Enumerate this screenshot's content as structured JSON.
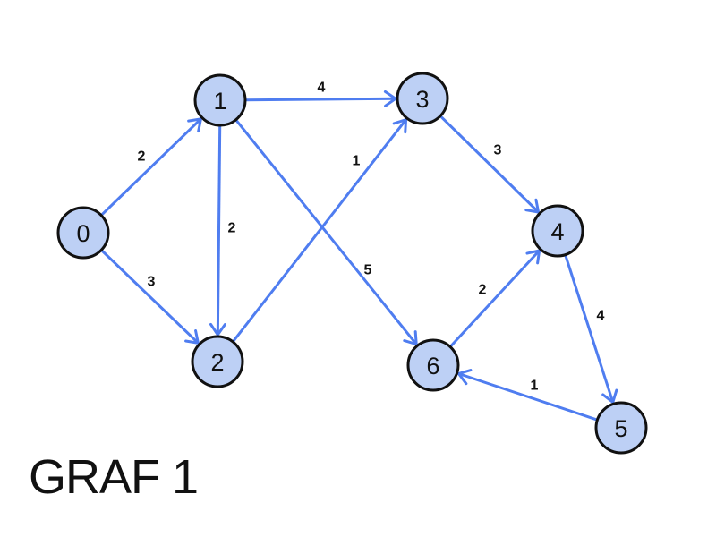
{
  "title": "GRAF 1",
  "colors": {
    "edge": "#4f7df0",
    "node_fill": "#bdd0f5",
    "node_stroke": "#111111",
    "text": "#111111"
  },
  "nodes": [
    {
      "id": "0",
      "label": "0"
    },
    {
      "id": "1",
      "label": "1"
    },
    {
      "id": "2",
      "label": "2"
    },
    {
      "id": "3",
      "label": "3"
    },
    {
      "id": "4",
      "label": "4"
    },
    {
      "id": "5",
      "label": "5"
    },
    {
      "id": "6",
      "label": "6"
    }
  ],
  "edges": [
    {
      "from": "0",
      "to": "1",
      "weight": "2"
    },
    {
      "from": "0",
      "to": "2",
      "weight": "3"
    },
    {
      "from": "1",
      "to": "2",
      "weight": "2"
    },
    {
      "from": "1",
      "to": "3",
      "weight": "4"
    },
    {
      "from": "1",
      "to": "6",
      "weight": "5"
    },
    {
      "from": "2",
      "to": "3",
      "weight": "1"
    },
    {
      "from": "3",
      "to": "4",
      "weight": "3"
    },
    {
      "from": "6",
      "to": "4",
      "weight": "2"
    },
    {
      "from": "4",
      "to": "5",
      "weight": "4"
    },
    {
      "from": "5",
      "to": "6",
      "weight": "1"
    }
  ]
}
